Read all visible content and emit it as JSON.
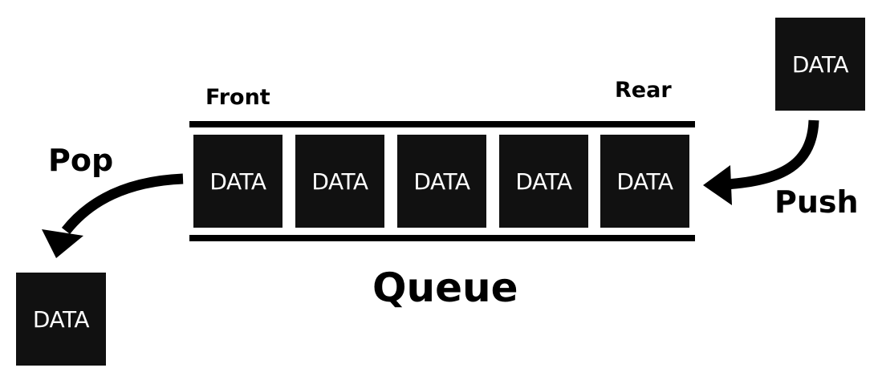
{
  "labels": {
    "front": "Front",
    "rear": "Rear",
    "pop": "Pop",
    "push": "Push",
    "title": "Queue"
  },
  "queue": {
    "cells": [
      "DATA",
      "DATA",
      "DATA",
      "DATA",
      "DATA"
    ]
  },
  "incoming": {
    "label": "DATA"
  },
  "outgoing": {
    "label": "DATA"
  },
  "colors": {
    "box": "#111111",
    "text_on_box": "#ffffff",
    "ink": "#000000",
    "background": "#ffffff"
  }
}
